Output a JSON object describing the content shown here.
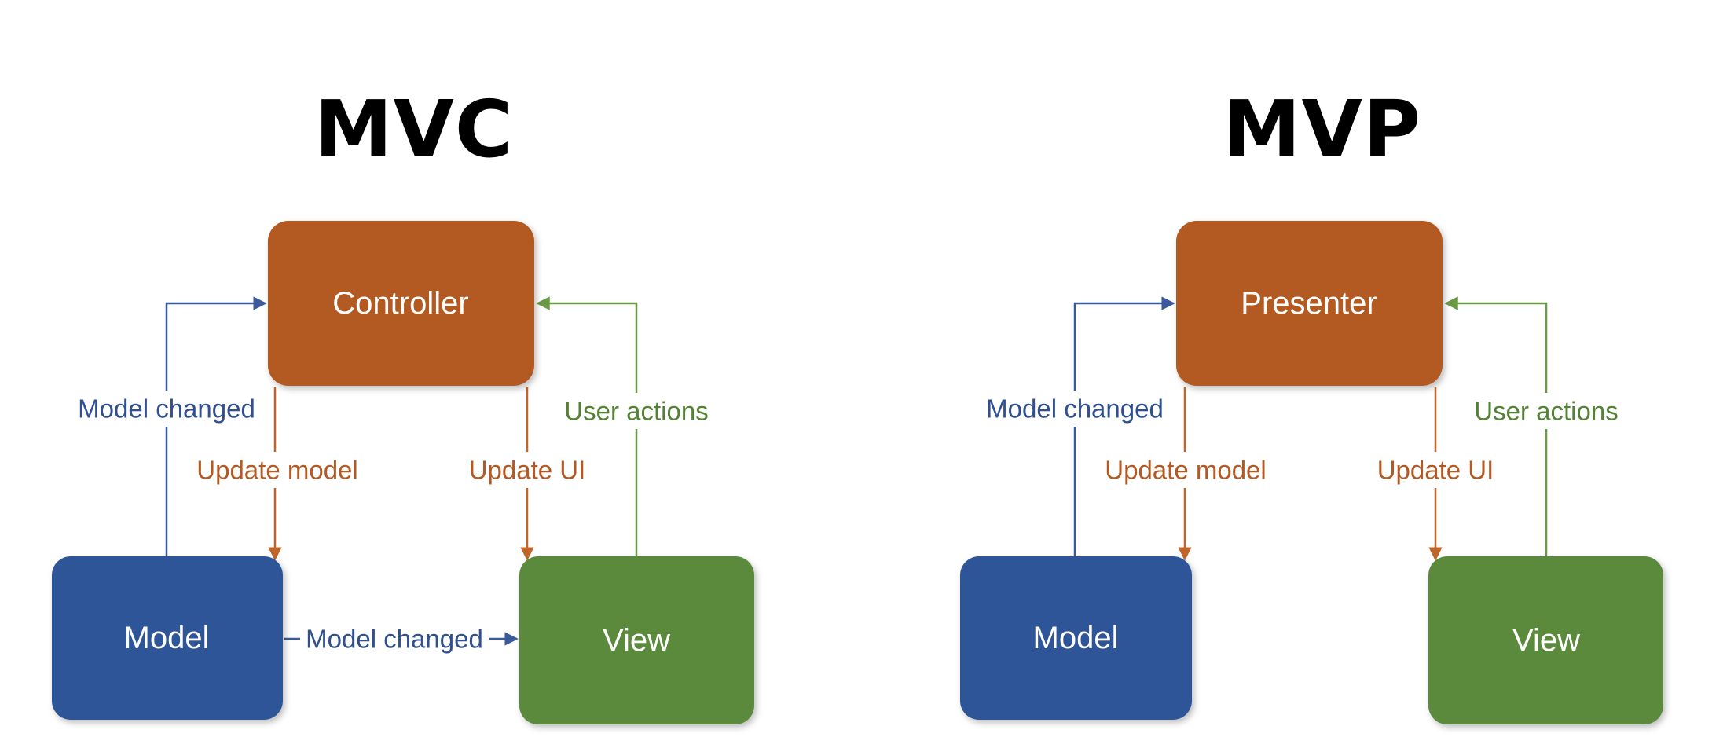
{
  "mvc": {
    "title": "MVC",
    "controller": "Controller",
    "model": "Model",
    "view": "View",
    "edge_model_changed_up": "Model changed",
    "edge_update_model": "Update model",
    "edge_update_ui": "Update UI",
    "edge_user_actions": "User actions",
    "edge_model_changed_view": "Model changed"
  },
  "mvp": {
    "title": "MVP",
    "presenter": "Presenter",
    "model": "Model",
    "view": "View",
    "edge_model_changed_up": "Model changed",
    "edge_update_model": "Update model",
    "edge_update_ui": "Update UI",
    "edge_user_actions": "User actions"
  },
  "colors": {
    "orange": "#b35a24",
    "blue": "#2f5597",
    "green": "#5b8a3c",
    "line_blue": "#3a5a9b",
    "line_orange": "#c0652a",
    "line_green": "#6a9a45"
  }
}
